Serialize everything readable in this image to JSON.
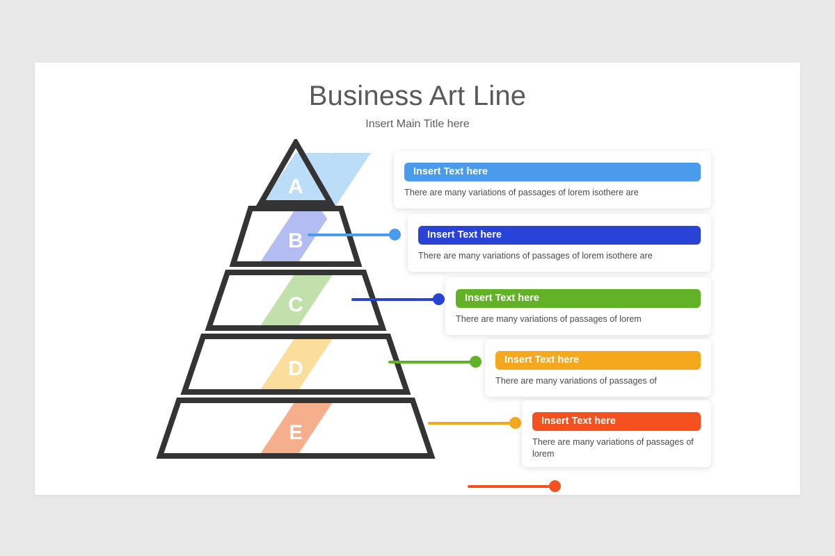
{
  "slide": {
    "title": "Business Art Line",
    "subtitle": "Insert Main Title here"
  },
  "pyramid": {
    "levels": [
      {
        "letter": "A",
        "band_color": "#bcddf7"
      },
      {
        "letter": "B",
        "band_color": "#b3bdf2"
      },
      {
        "letter": "C",
        "band_color": "#c2e0ab"
      },
      {
        "letter": "D",
        "band_color": "#fbdd9c"
      },
      {
        "letter": "E",
        "band_color": "#f6af8d"
      }
    ],
    "outline_color": "#343434"
  },
  "cards": [
    {
      "id": "a",
      "header": "Insert Text here",
      "body": "There are many variations of passages of lorem isothere are",
      "accent": "#4a9beb"
    },
    {
      "id": "b",
      "header": "Insert Text here",
      "body": "There are many variations of passages of lorem isothere are",
      "accent": "#2943d9"
    },
    {
      "id": "c",
      "header": "Insert Text here",
      "body": "There are many variations of passages of lorem",
      "accent": "#62b228"
    },
    {
      "id": "d",
      "header": "Insert Text here",
      "body": "There are many variations of passages of",
      "accent": "#f5a81c"
    },
    {
      "id": "e",
      "header": "Insert Text here",
      "body": "There are many variations of passages of lorem",
      "accent": "#f4511e"
    }
  ]
}
